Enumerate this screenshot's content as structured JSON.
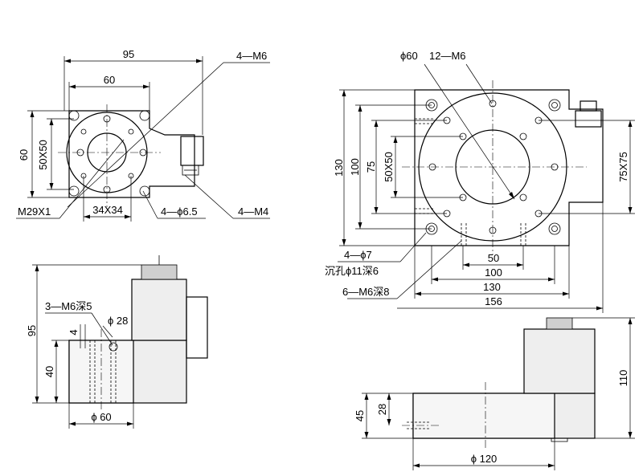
{
  "labels": {
    "tl_95": "95",
    "tl_60": "60",
    "tl_4m6": "4—M6",
    "tl_60v": "60",
    "tl_50x50": "50X50",
    "tl_m29": "M29X1",
    "tl_34x34": "34X34",
    "tl_4phi65": "4—ϕ6.5",
    "tl_4m4": "4—M4",
    "tr_phi60": "ϕ60",
    "tr_12m6": "12—M6",
    "tr_130": "130",
    "tr_100": "100",
    "tr_75": "75",
    "tr_50x50": "50X50",
    "tr_75x75": "75X75",
    "tr_4phi7": "4—ϕ7",
    "tr_chen": "沉孔ϕ11深6",
    "tr_50": "50",
    "tr_100h": "100",
    "tr_130h": "130",
    "tr_6m6": "6—M6深8",
    "tr_156": "156",
    "bl_95": "95",
    "bl_3m6": "3—M6深5",
    "bl_phi28": "ϕ 28",
    "bl_4": "4",
    "bl_40": "40",
    "bl_phi60": "ϕ 60",
    "br_110": "110",
    "br_45": "45",
    "br_28": "28",
    "br_phi120": "ϕ 120"
  }
}
